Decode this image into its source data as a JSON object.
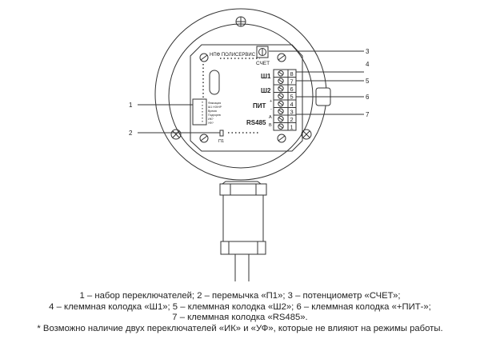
{
  "diagram": {
    "board_brand": "НПФ ПОЛИСЕРВИС",
    "potentiometer_label": "СЧЕТ",
    "jumper_label": "П1",
    "switch_labels": [
      "Фиксация",
      "Ш1 НЗ/НР",
      "Время",
      "Подгорев",
      "ИК?",
      "УФ?"
    ],
    "terminal_numbers": [
      "8",
      "7",
      "6",
      "5",
      "4",
      "3",
      "2",
      "1"
    ],
    "group_labels": {
      "sh1": "Ш1",
      "sh2": "Ш2",
      "pit": "ПИТ",
      "rs485": "RS485"
    },
    "polarity": {
      "plus": "+",
      "minus": "-",
      "a": "A",
      "b": "B"
    },
    "callouts": [
      "1",
      "2",
      "3",
      "4",
      "5",
      "6",
      "7"
    ]
  },
  "caption": {
    "line1": "1 – набор переключателей; 2 – перемычка «П1»; 3 –  потенциометр «СЧЕТ»;",
    "line2": "4 – клеммная колодка «Ш1»; 5 – клеммная колодка «Ш2»;  6 – клеммная колодка «+ПИТ-»;",
    "line3": "7 – клеммная колодка «RS485».",
    "note": "* Возможно наличие двух переключателей «ИК» и «УФ», которые не влияют на режимы работы."
  }
}
